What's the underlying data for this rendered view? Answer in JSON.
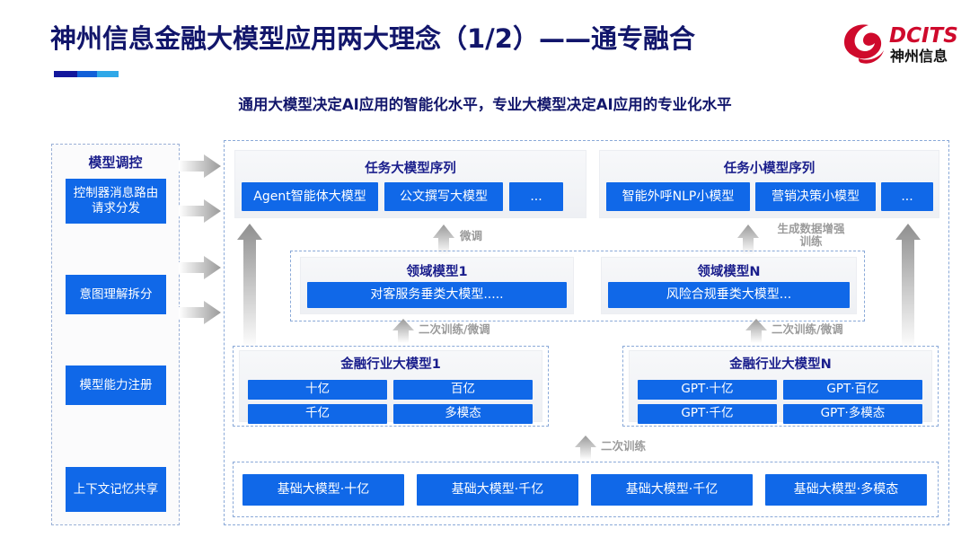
{
  "header": {
    "title": "神州信息金融大模型应用两大理念（1/2）——通专融合",
    "subtitle": "通用大模型决定AI应用的智能化水平，专业大模型决定AI应用的专业化水平",
    "logo": {
      "name": "dcits-logo",
      "brand_en": "DCITS",
      "brand_cn": "神州信息",
      "mark": "swirl-icon",
      "color": "#cf0a2c"
    },
    "accent_colors": [
      "#13179c",
      "#1260d8",
      "#2fa8e8"
    ]
  },
  "theme": {
    "chip_blue": "#1068e8",
    "title_navy": "#12166b",
    "dashed_border": "#8aa9d8",
    "arrow_grey": "#a8a8a8"
  },
  "sidebar": {
    "title": "模型调控",
    "items": [
      {
        "label": "控制器消息路由请求分发"
      },
      {
        "label": "意图理解拆分"
      },
      {
        "label": "模型能力注册"
      },
      {
        "label": "上下文记忆共享"
      }
    ],
    "arrow_count": 4
  },
  "diagram": {
    "row_task": {
      "left_panel": {
        "title": "任务大模型序列",
        "chips": [
          "Agent智能体大模型",
          "公文撰写大模型",
          "..."
        ]
      },
      "right_panel": {
        "title": "任务小模型序列",
        "chips": [
          "智能外呼NLP小模型",
          "营销决策小模型",
          "..."
        ]
      }
    },
    "row_domain": {
      "left_panel": {
        "title": "领域模型1",
        "chips": [
          "对客服务垂类大模型....."
        ]
      },
      "right_panel": {
        "title": "领域模型N",
        "chips": [
          "风险合规垂类大模型..."
        ]
      }
    },
    "row_industry": {
      "left_panel": {
        "title": "金融行业大模型1",
        "chips": [
          "十亿",
          "百亿",
          "千亿",
          "多模态"
        ]
      },
      "right_panel": {
        "title": "金融行业大模型N",
        "chips": [
          "GPT·十亿",
          "GPT·百亿",
          "GPT·千亿",
          "GPT·多模态"
        ]
      }
    },
    "row_base": {
      "chips": [
        "基础大模型·十亿",
        "基础大模型·千亿",
        "基础大模型·千亿",
        "基础大模型·多模态"
      ]
    },
    "flow_labels": {
      "fine_tune": "微调",
      "data_aug": "生成数据增强\n训练",
      "data_aug_line1": "生成数据增强",
      "data_aug_line2": "训练",
      "retrain_tune_left": "二次训练/微调",
      "retrain_tune_right": "二次训练/微调",
      "retrain": "二次训练"
    }
  }
}
